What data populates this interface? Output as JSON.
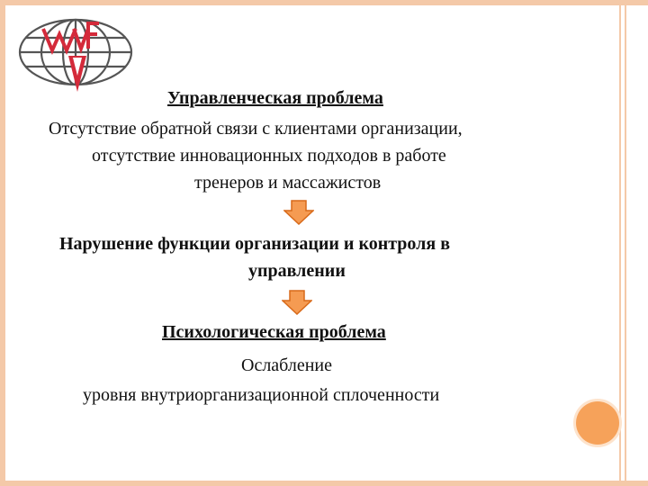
{
  "colors": {
    "frame": "#f4c9a8",
    "arrow_fill": "#f59b52",
    "arrow_stroke": "#d86a1a",
    "logo_red": "#d42a3a",
    "logo_globe": "#555555",
    "circle": "#f6a25a"
  },
  "icons": {
    "logo": "wvf-globe-logo",
    "arrow": "down-arrow-icon"
  },
  "slide": {
    "heading1": "Управленческая проблема",
    "block1_line1": "Отсутствие обратной связи с клиентами организации,",
    "block1_line2": "отсутствие инновационных подходов в работе",
    "block1_line3": "тренеров и массажистов",
    "heading2_line1": "Нарушение функции  организации и контроля в",
    "heading2_line2": "управлении",
    "heading3": "Психологическая проблема",
    "block3_line1": "Ослабление",
    "block3_line2": "уровня внутриорганизационной сплоченности"
  }
}
